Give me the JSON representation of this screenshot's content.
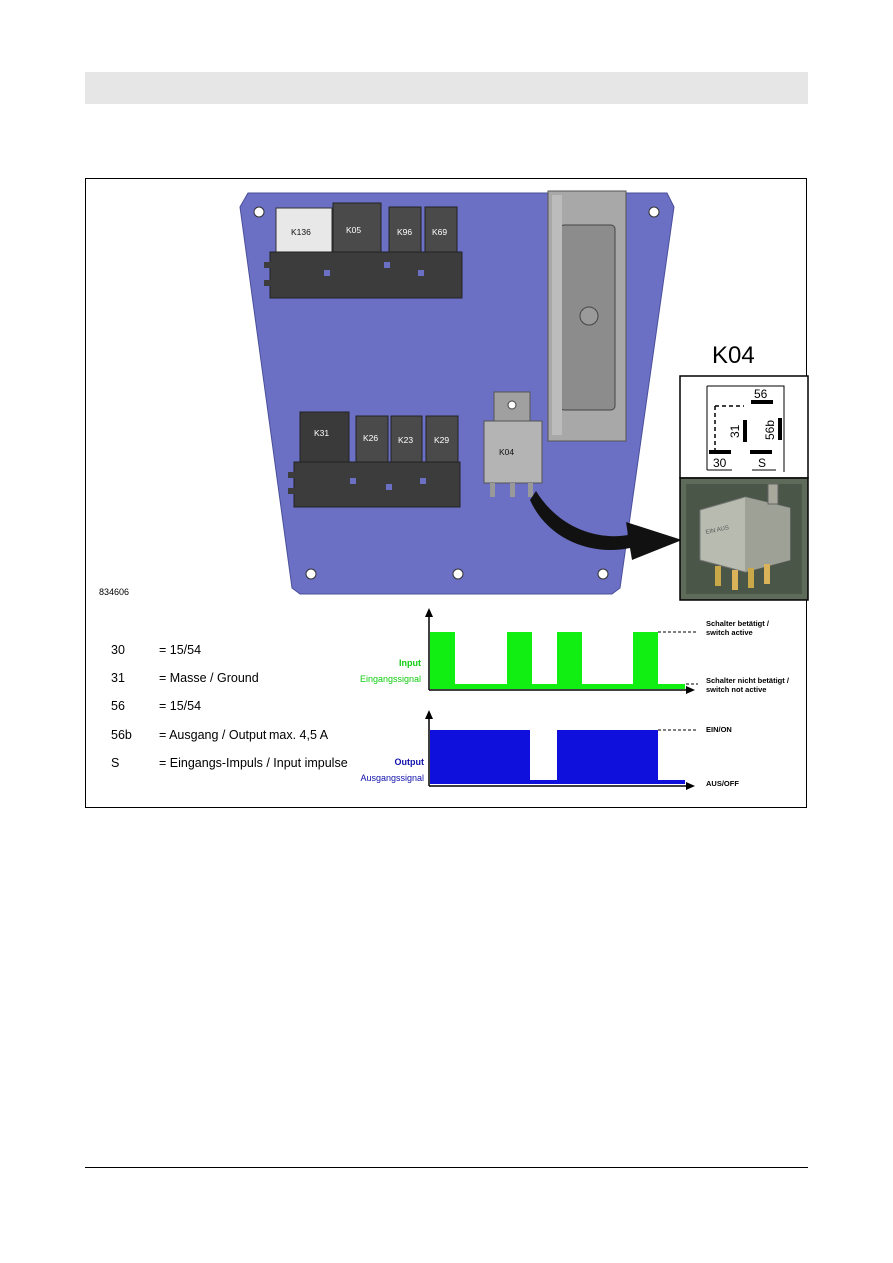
{
  "figure": {
    "id_number": "834606",
    "modules_top": [
      "K136",
      "K05",
      "K96",
      "K69"
    ],
    "modules_bottom": [
      "K31",
      "K26",
      "K23",
      "K29"
    ],
    "relay_label": "K04",
    "detail_title": "K04",
    "pins": {
      "p56": "56",
      "p31": "31",
      "p56b": "56b",
      "p30": "30",
      "ps": "S"
    }
  },
  "legend": [
    {
      "key": "30",
      "value": "=   15/54",
      "extra": ""
    },
    {
      "key": "31",
      "value": "=   Masse / Ground",
      "extra": ""
    },
    {
      "key": "56",
      "value": "=   15/54",
      "extra": ""
    },
    {
      "key": "56b",
      "value": "=   Ausgang / Output",
      "extra": "max. 4,5 A"
    },
    {
      "key": "S",
      "value": "= Eingangs-Impuls / Input impulse",
      "extra": ""
    }
  ],
  "signals": {
    "input_label_en": "Input",
    "input_label_de": "Eingangssignal",
    "output_label_en": "Output",
    "output_label_de": "Ausgangssignal",
    "note_active": [
      "Schalter betätigt /",
      "switch active"
    ],
    "note_inactive": [
      "Schalter nicht betätigt /",
      "switch not active"
    ],
    "note_on": "EIN/ON",
    "note_off": "AUS/OFF"
  },
  "colors": {
    "plate": "#6b70c4",
    "input_signal": "#11ee11",
    "output_signal": "#1010dd",
    "header_bar": "#e6e6e6"
  }
}
